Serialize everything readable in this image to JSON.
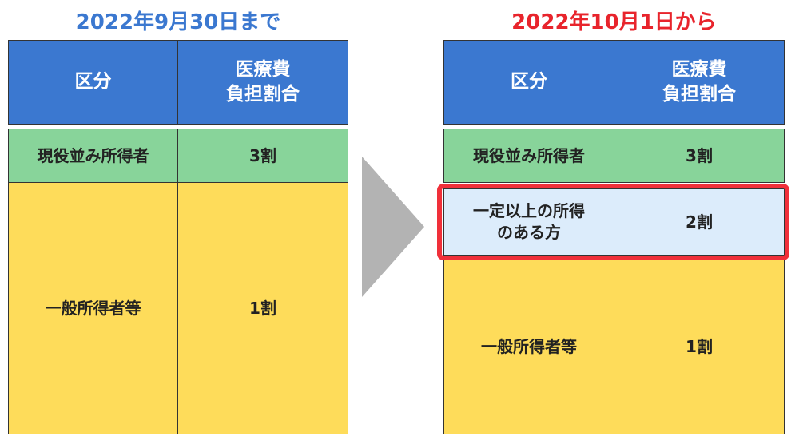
{
  "left": {
    "title": "2022年9月30日まで",
    "header": {
      "category": "区分",
      "ratio": "医療費\n負担割合"
    },
    "rows": [
      {
        "category": "現役並み所得者",
        "ratio": "3割"
      },
      {
        "category": "一般所得者等",
        "ratio": "1割"
      }
    ]
  },
  "right": {
    "title": "2022年10月1日から",
    "header": {
      "category": "区分",
      "ratio": "医療費\n負担割合"
    },
    "rows": [
      {
        "category": "現役並み所得者",
        "ratio": "3割"
      },
      {
        "category": "一定以上の所得\nのある方",
        "ratio": "2割"
      },
      {
        "category": "一般所得者等",
        "ratio": "1割"
      }
    ]
  },
  "colors": {
    "header_blue": "#3b78d0",
    "green": "#88d49a",
    "yellow": "#fedc5a",
    "light_blue": "#dcecfb",
    "highlight_red": "#f0303a",
    "arrow_gray": "#b3b3b3"
  }
}
